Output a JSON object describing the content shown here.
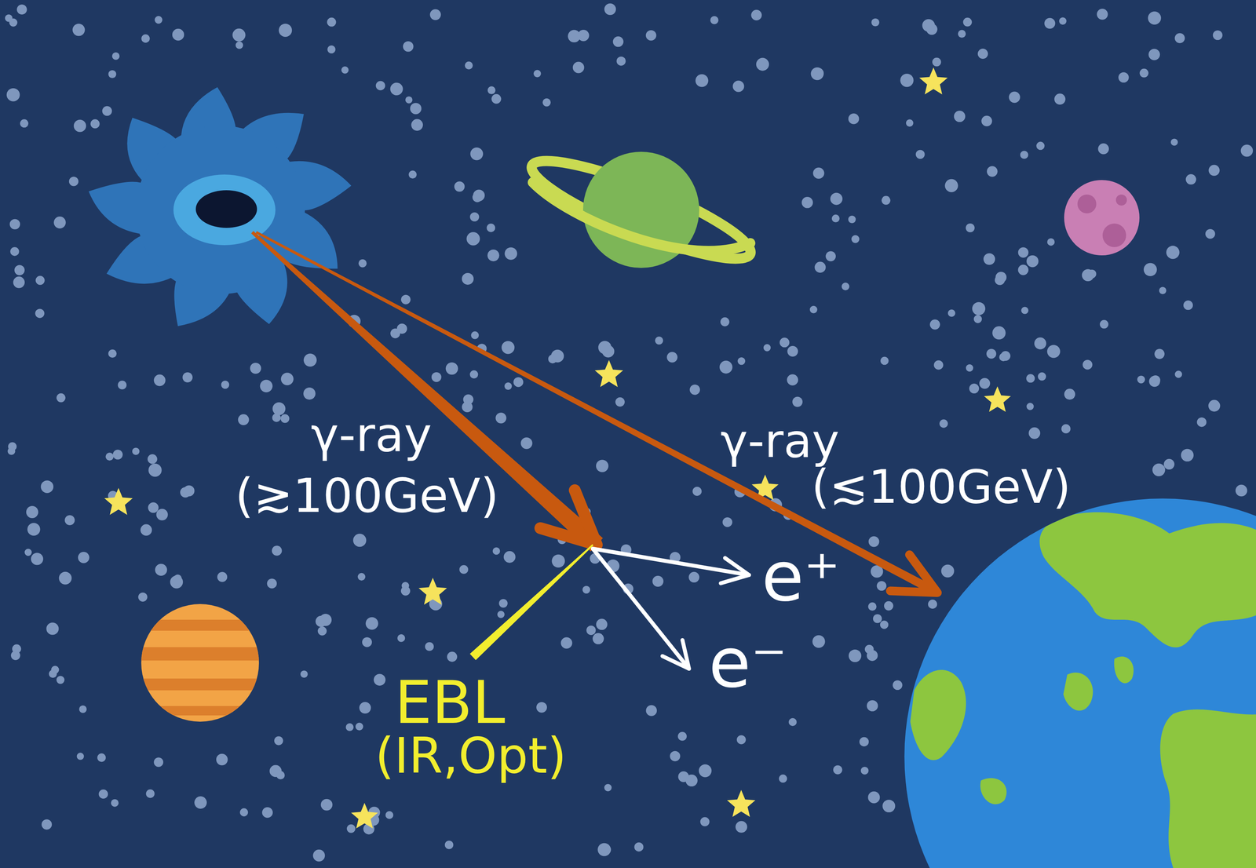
{
  "diagram": {
    "labels": [
      "γ-ray",
      "(≳100GeV)",
      "γ-ray",
      "(≲100GeV)",
      "e⁺",
      "e⁻",
      "EBL",
      "(IR,Opt)"
    ]
  }
}
